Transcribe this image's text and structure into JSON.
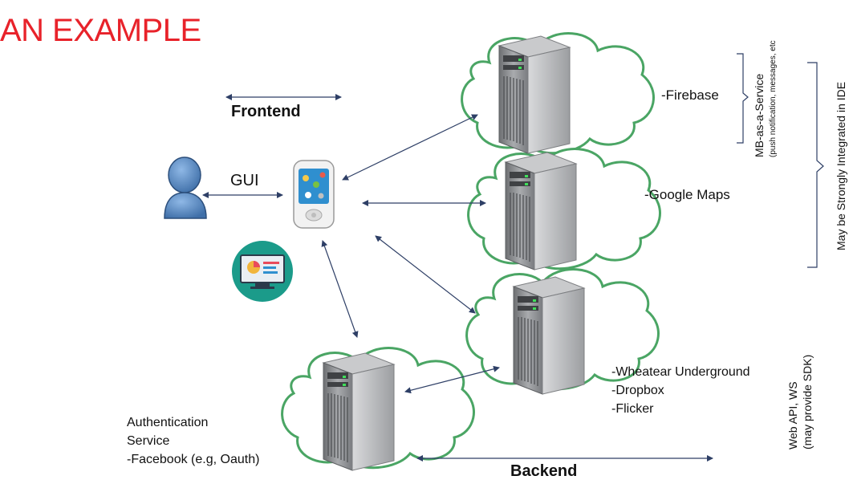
{
  "title": "AN EXAMPLE",
  "labels": {
    "frontend": "Frontend",
    "gui": "GUI",
    "firebase": "-Firebase",
    "google_maps": "-Google Maps",
    "backend": "Backend",
    "weather_lines": [
      "-Wheatear Underground",
      "-Dropbox",
      "-Flicker"
    ],
    "auth_lines": [
      "Authentication",
      "Service",
      "-Facebook (e.g, Oauth)"
    ],
    "mbaas": "MB-as-a-Service",
    "mbaas_note": "(push notification, messages, etc",
    "ide": "May be Strongly Integrated in IDE",
    "webapi": "Web API, WS",
    "webapi_note": "(may provide SDK)"
  },
  "colors": {
    "title": "#e8222a",
    "cloud_stroke": "#4aa564",
    "arrow": "#2e3f66",
    "user_icon": "#5b8fc7",
    "monitor_badge": "#1b9b8a"
  },
  "icons": {
    "user": "user-icon",
    "phone": "smartphone-icon",
    "monitor": "monitor-dashboard-icon",
    "server": "server-icon"
  }
}
